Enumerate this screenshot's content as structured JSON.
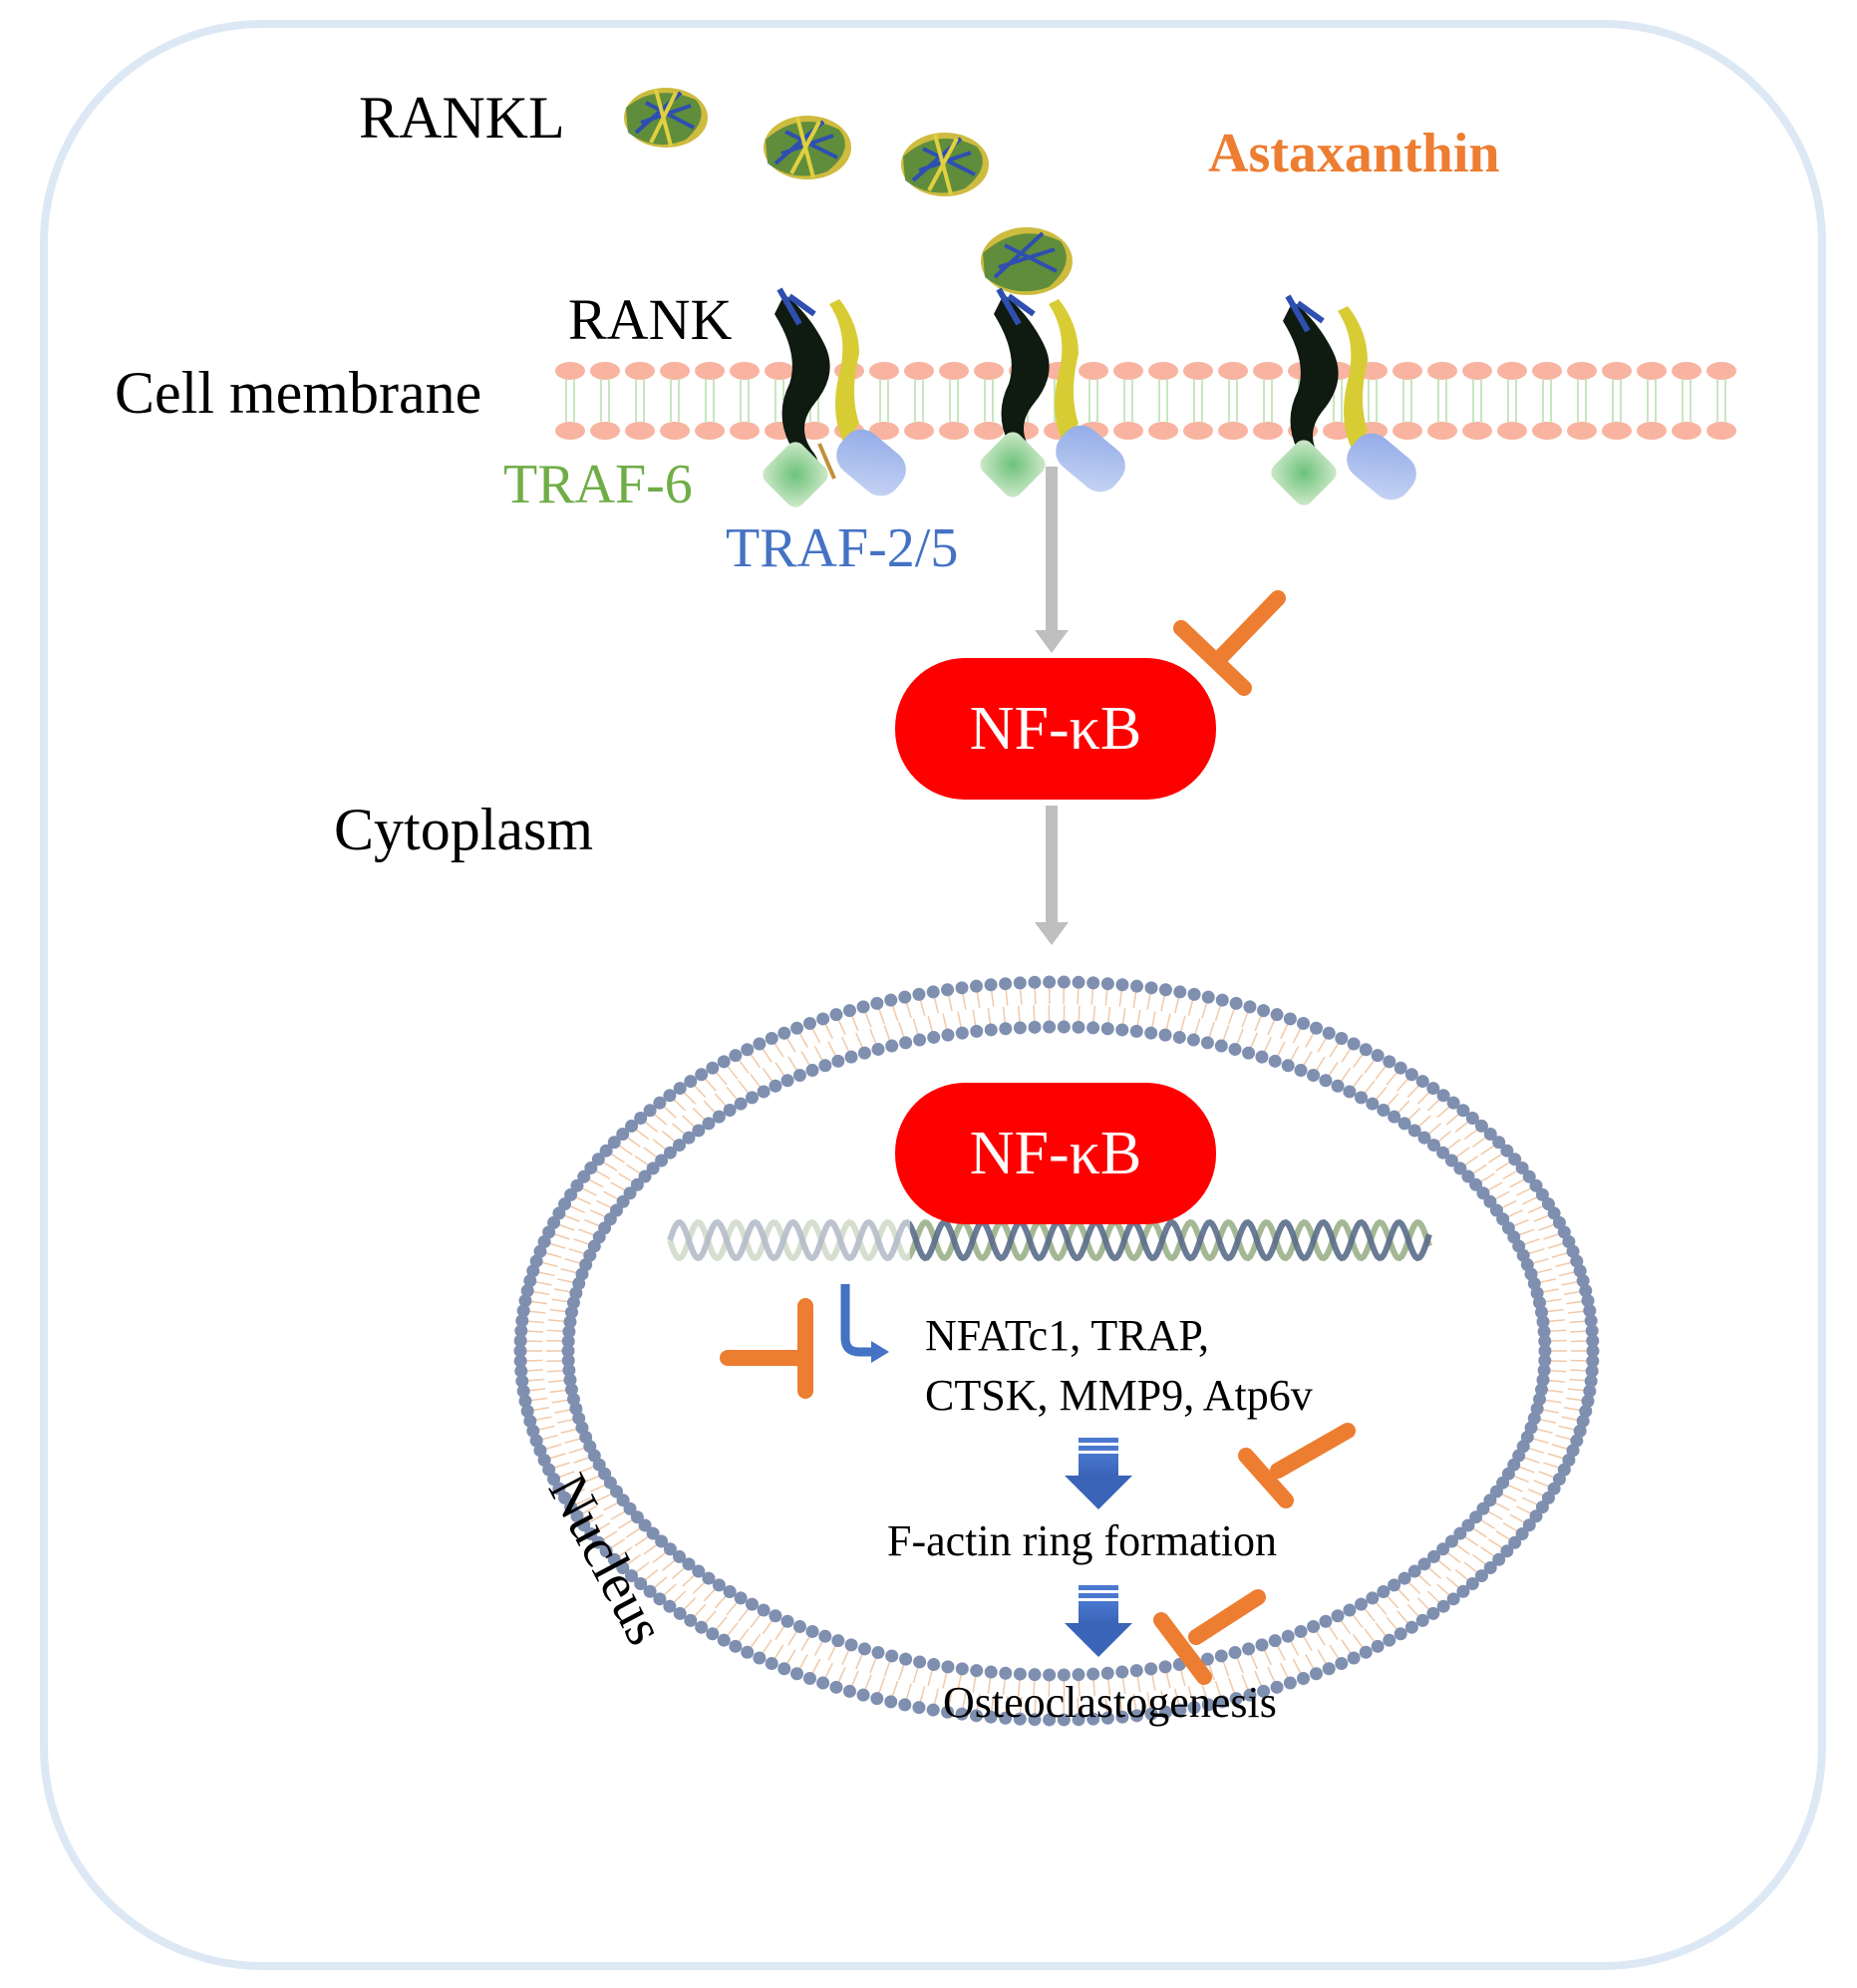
{
  "labels": {
    "rankl": "RANKL",
    "astaxanthin": "Astaxanthin",
    "rank": "RANK",
    "cell_membrane": "Cell membrane",
    "traf6": "TRAF-6",
    "traf25": "TRAF-2/5",
    "nfkb_cytoplasm": "NF-κB",
    "cytoplasm": "Cytoplasm",
    "nfkb_nucleus": "NF-κB",
    "genes_line1": "NFATc1, TRAP,",
    "genes_line2": "CTSK, MMP9, Atp6v",
    "factin": "F-actin ring formation",
    "osteoclastogenesis": "Osteoclastogenesis",
    "nucleus": "Nucleus"
  },
  "colors": {
    "astaxanthin": "#ed7d31",
    "traf6": "#70ad47",
    "traf25": "#4472c4",
    "nfkb": "#ff0000",
    "frame": "#dde8f5",
    "arrow_gray": "#bfbfbf",
    "flow_arrow": "#4472c4",
    "nucleus_head": "#7f8fb0",
    "membrane_head": "#f8b4a0"
  }
}
